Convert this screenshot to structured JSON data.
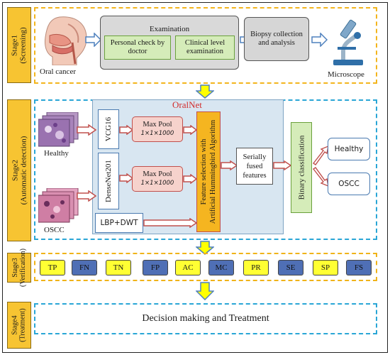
{
  "stages": [
    {
      "id": "stage1",
      "label": "Stage1\n(Screening)"
    },
    {
      "id": "stage2",
      "label": "Stage2\n(Automatic detection)"
    },
    {
      "id": "stage3",
      "label": "Stage3\n(Verification)"
    },
    {
      "id": "stage4",
      "label": "Stage4\n(Treatment)"
    }
  ],
  "stage1": {
    "oral_cancer": "Oral cancer",
    "examination": "Examination",
    "personal_check": "Personal check by doctor",
    "clinical_exam": "Clinical level examination",
    "biopsy": "Biopsy collection and analysis",
    "microscope": "Microscope"
  },
  "stage2": {
    "title": "OralNet",
    "healthy_input": "Healthy",
    "oscc_input": "OSCC",
    "vgg": "VCG16",
    "densenet": "DenseNet201",
    "maxpool_1": "Max Pool",
    "maxpool_1_dim": "1×1×1000",
    "maxpool_2": "Max Pool",
    "maxpool_2_dim": "1×1×1000",
    "lbp_dwt": "LBP+DWT",
    "feature_selection": "Feature selection with\nArtificial Hummingbird Algorithm",
    "serially_fused": "Serially fused features",
    "binary_classification": "Binary classification",
    "out_healthy": "Healthy",
    "out_oscc": "OSCC"
  },
  "stage3": {
    "metrics": [
      {
        "label": "TP",
        "style": "y"
      },
      {
        "label": "FN",
        "style": "b"
      },
      {
        "label": "TN",
        "style": "y"
      },
      {
        "label": "FP",
        "style": "b"
      },
      {
        "label": "AC",
        "style": "y"
      },
      {
        "label": "MC",
        "style": "b"
      },
      {
        "label": "PR",
        "style": "y"
      },
      {
        "label": "SE",
        "style": "b"
      },
      {
        "label": "SP",
        "style": "y"
      },
      {
        "label": "FS",
        "style": "b"
      }
    ]
  },
  "stage4": {
    "decision": "Decision making and Treatment"
  },
  "colors": {
    "stage_tag": "#f7c432",
    "gold_dash": "#f3b51e",
    "blue_dash": "#2aa6d6",
    "arrow_blue": "#4f81bd",
    "arrow_red": "#c0504d",
    "arrow_yellow": "#ffff00",
    "metric_yellow": "#ffff33",
    "metric_blue": "#4f6fb5"
  }
}
